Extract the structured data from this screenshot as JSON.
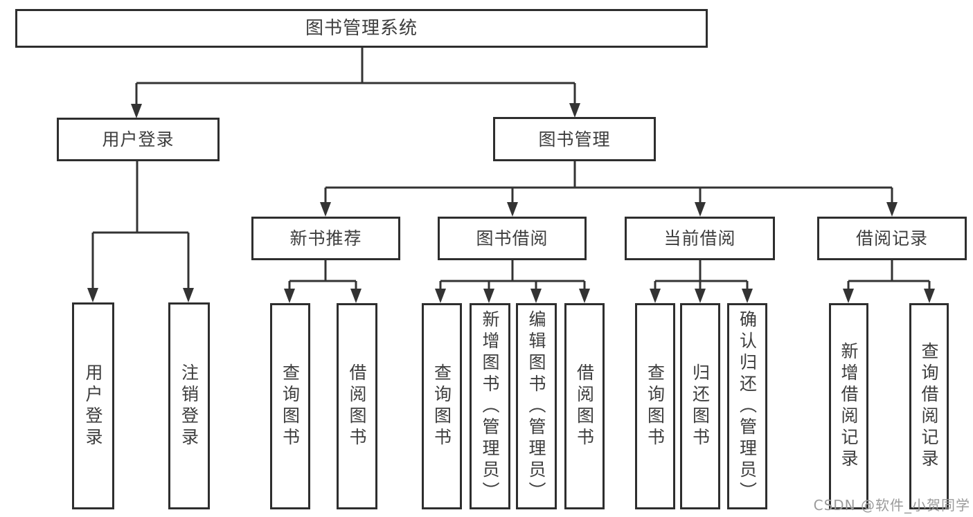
{
  "tree": {
    "root": "图书管理系统",
    "level2": {
      "user_login": "用户登录",
      "book_management": "图书管理"
    },
    "level3": {
      "new_book_recommend": "新书推荐",
      "book_borrow": "图书借阅",
      "current_borrow": "当前借阅",
      "borrow_records": "借阅记录"
    },
    "leaves": {
      "user_login": [
        "用户登录",
        "注销登录"
      ],
      "new_book_recommend": [
        "查询图书",
        "借阅图书"
      ],
      "book_borrow": [
        "查询图书",
        "新增图书（管理员）",
        "编辑图书（管理员）",
        "借阅图书"
      ],
      "current_borrow": [
        "查询图书",
        "归还图书",
        "确认归还（管理员）"
      ],
      "borrow_records": [
        "新增借阅记录",
        "查询借阅记录"
      ]
    }
  },
  "watermark": "CSDN @软件_小贺同学",
  "colors": {
    "line": "#333333",
    "border": "#2e2e2e",
    "text": "#3d3d3d",
    "background": "#ffffff",
    "watermark": "#9b9b9b"
  }
}
